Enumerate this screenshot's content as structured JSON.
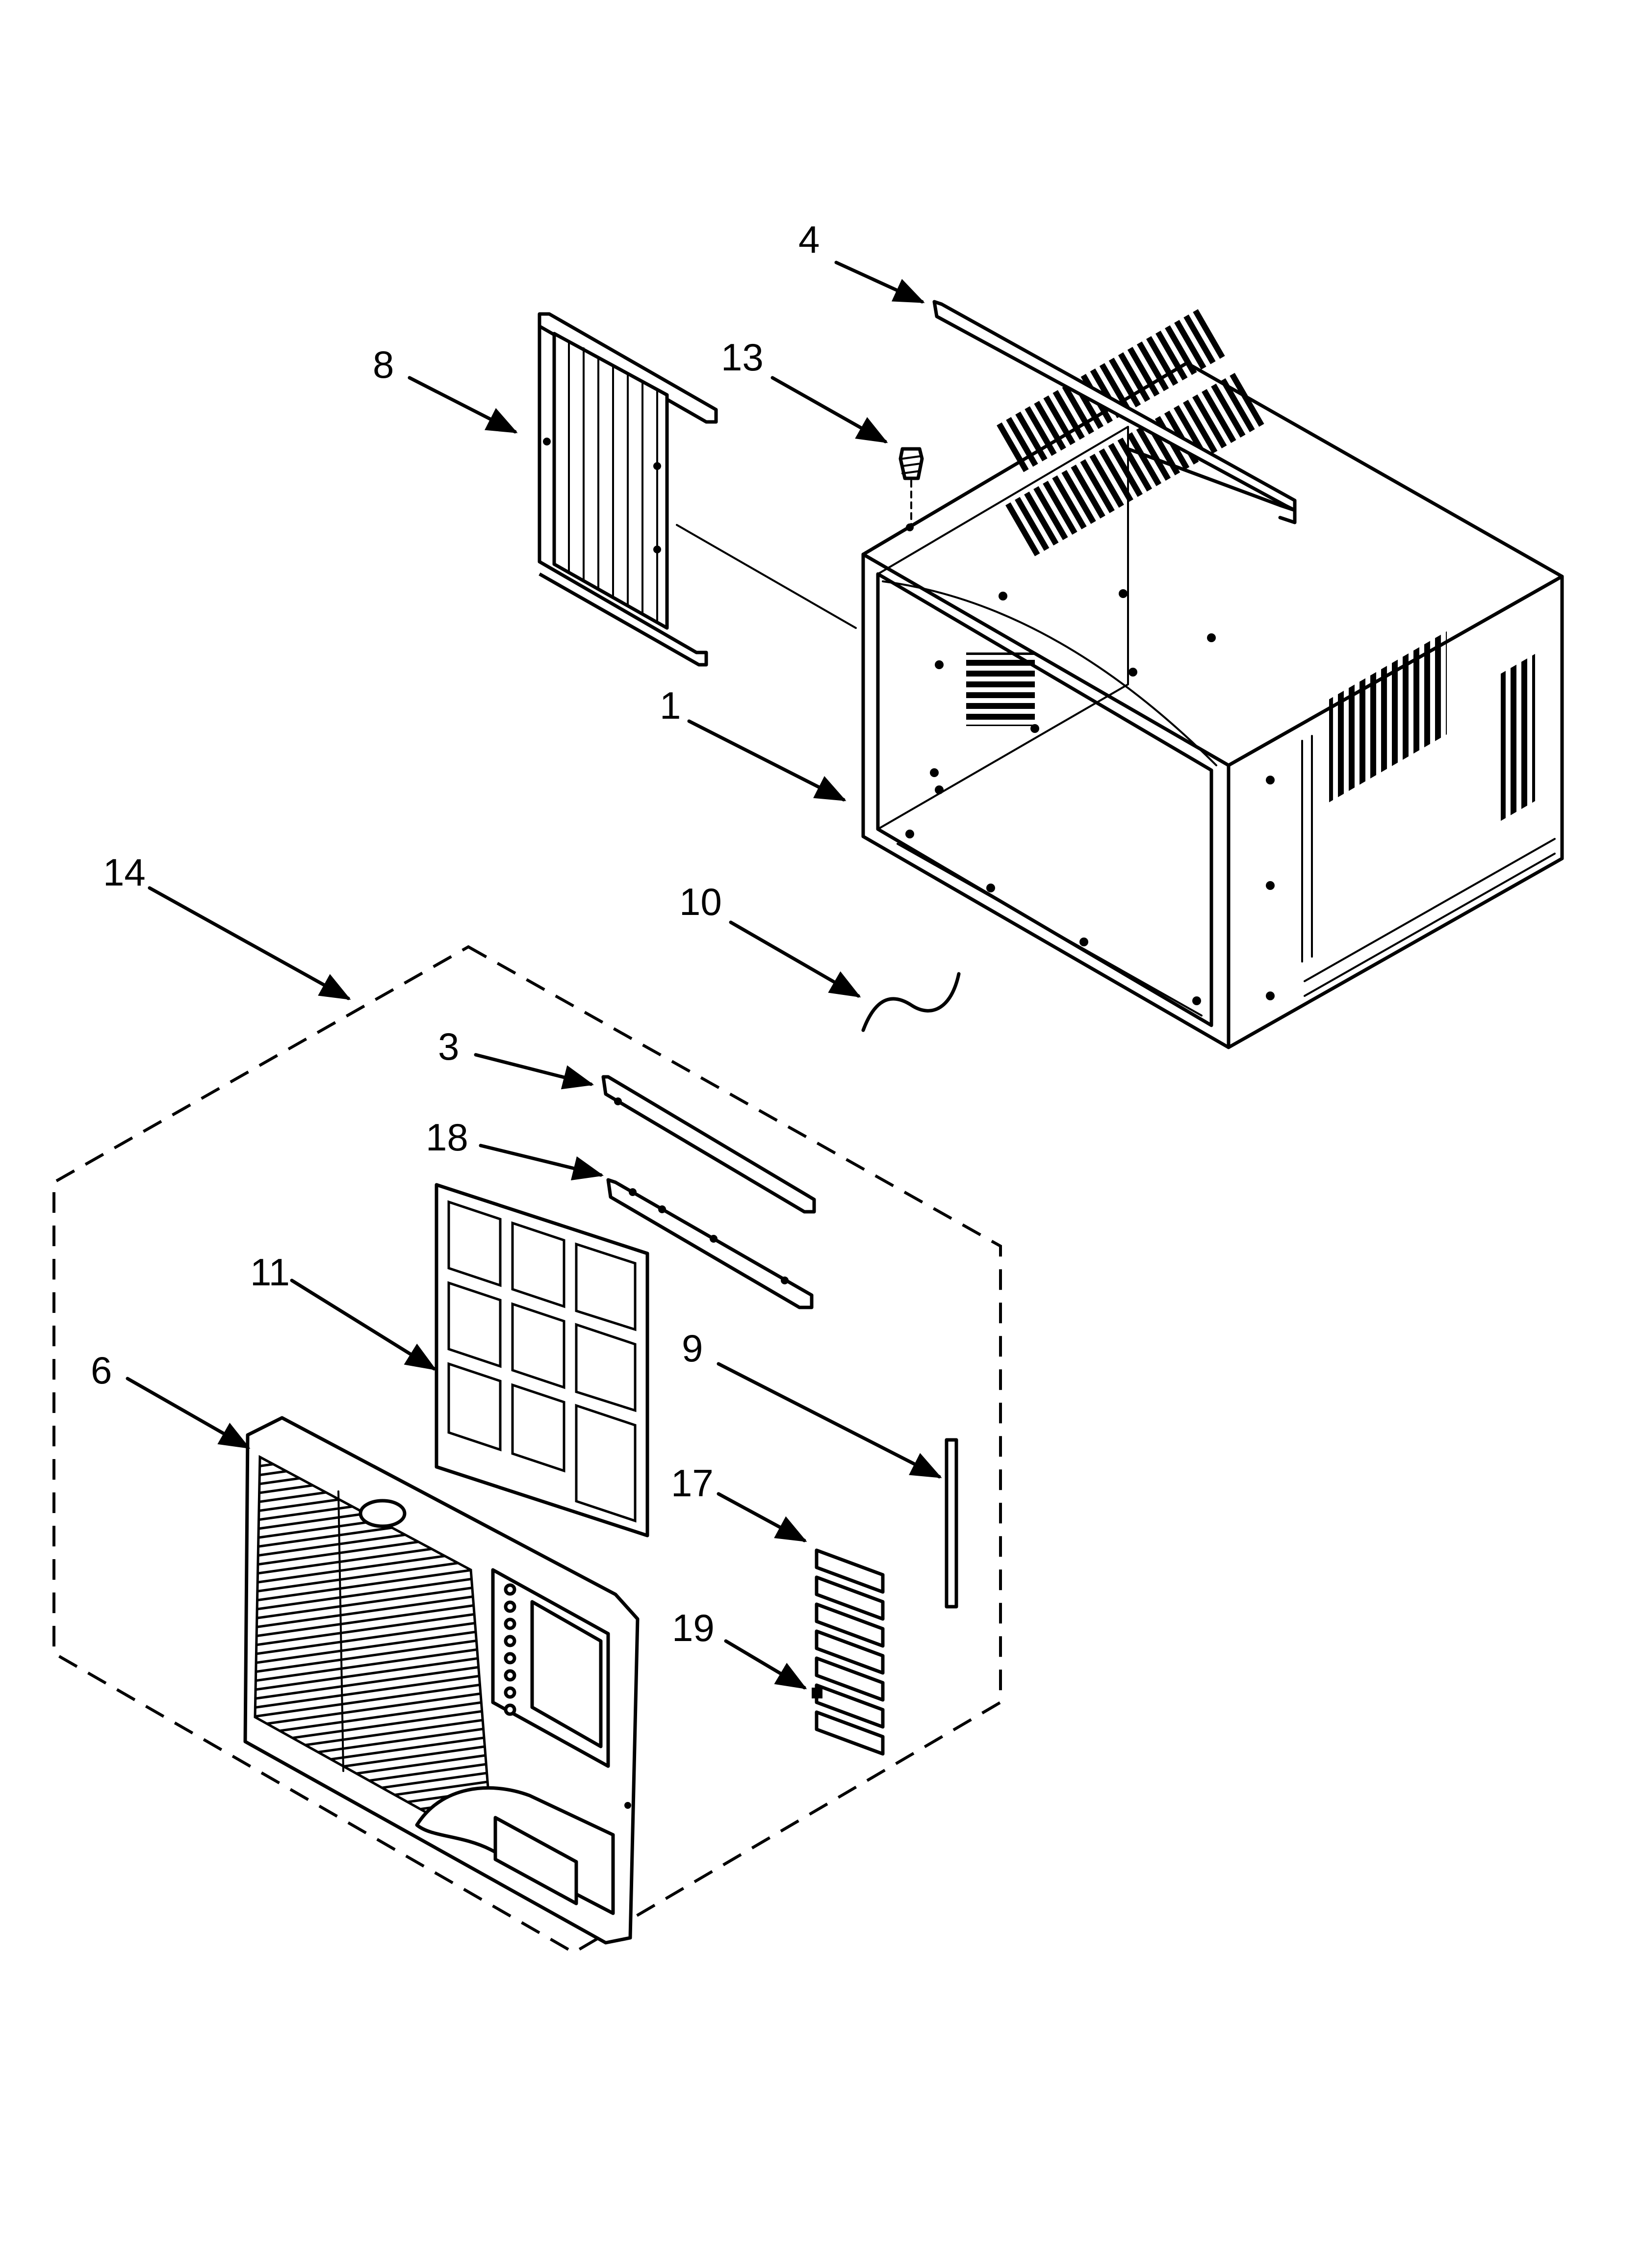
{
  "callouts": {
    "c1": "1",
    "c3": "3",
    "c4": "4",
    "c6": "6",
    "c8": "8",
    "c9": "9",
    "c10": "10",
    "c11": "11",
    "c13": "13",
    "c14": "14",
    "c17": "17",
    "c18": "18",
    "c19": "19"
  }
}
